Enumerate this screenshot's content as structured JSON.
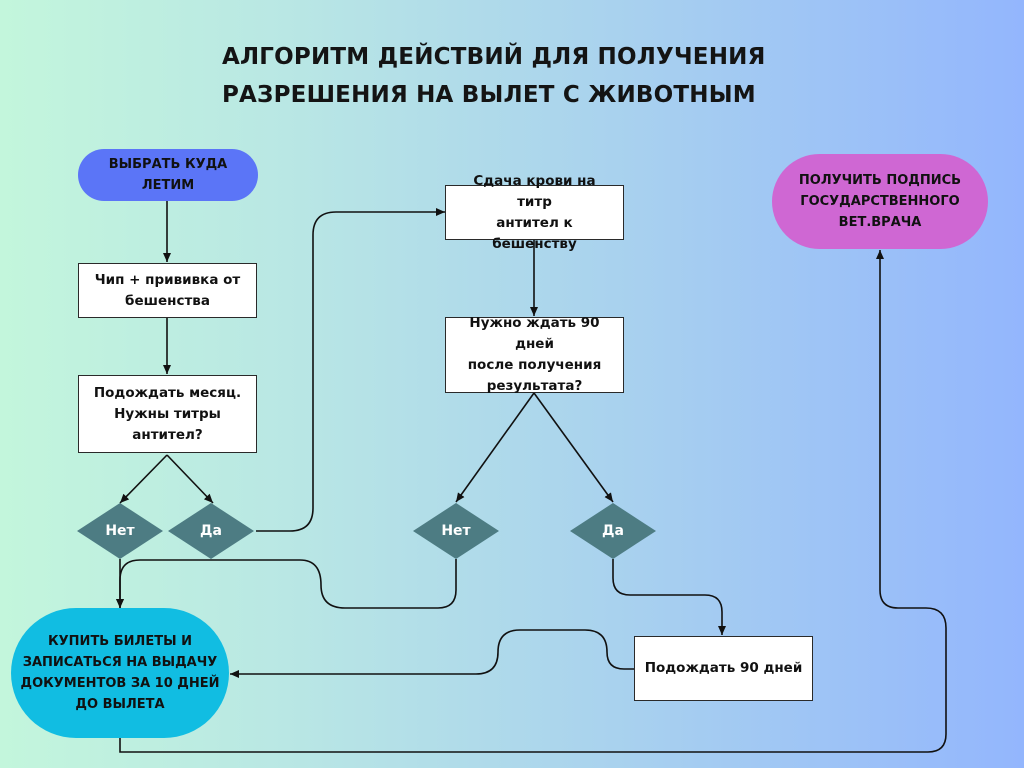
{
  "title": {
    "line1": "АЛГОРИТМ ДЕЙСТВИЙ ДЛЯ ПОЛУЧЕНИЯ",
    "line2": "РАЗРЕШЕНИЯ НА ВЫЛЕТ С ЖИВОТНЫМ"
  },
  "nodes": {
    "choose_destination": {
      "line1": "ВЫБРАТЬ КУДА",
      "line2": "ЛЕТИМ"
    },
    "chip_vaccine": {
      "line1": "Чип + прививка от",
      "line2": "бешенства"
    },
    "wait_month": {
      "line1": "Подождать месяц.",
      "line2": "Нужны титры",
      "line3": "антител?"
    },
    "blood_test": {
      "line1": "Сдача крови на титр",
      "line2": "антител к бешенству"
    },
    "wait_90_question": {
      "line1": "Нужно ждать 90 дней",
      "line2": "после получения",
      "line3": "результата?"
    },
    "wait_90": {
      "text": "Подождать 90 дней"
    },
    "get_signature": {
      "line1": "ПОЛУЧИТЬ ПОДПИСЬ",
      "line2": "ГОСУДАРСТВЕННОГО",
      "line3": "ВЕТ.ВРАЧА"
    },
    "buy_tickets": {
      "line1": "КУПИТЬ БИЛЕТЫ И",
      "line2": "ЗАПИСАТЬСЯ НА ВЫДАЧУ",
      "line3": "ДОКУМЕНТОВ ЗА 10 ДНЕЙ",
      "line4": "ДО ВЫЛЕТА"
    }
  },
  "decisions": {
    "titers_no": "Нет",
    "titers_yes": "Да",
    "wait_no": "Нет",
    "wait_yes": "Да"
  },
  "colors": {
    "start_pill": "#5b75f7",
    "signature_pill": "#cf67d3",
    "tickets_oval": "#11bde2",
    "diamond": "#4d7c83",
    "arrow": "#111111"
  }
}
